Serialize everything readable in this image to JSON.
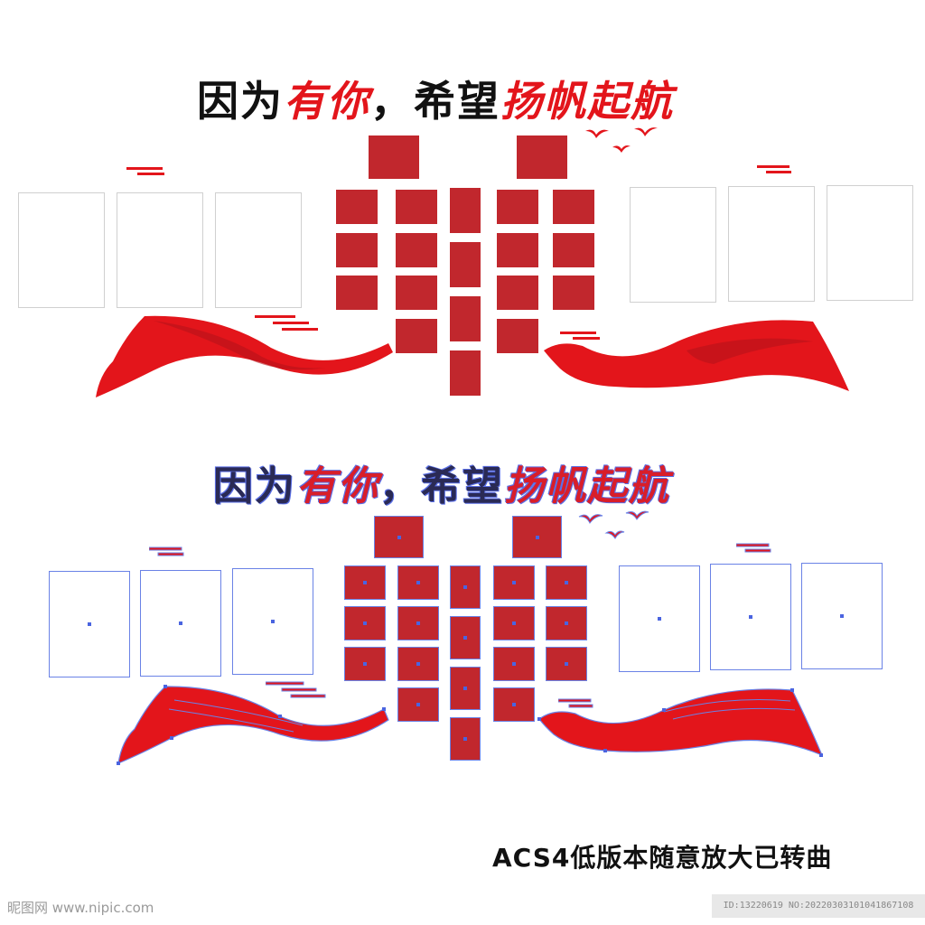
{
  "design_top": {
    "title_black_1": "因为",
    "title_red_1": "有你",
    "title_black_2": "，希望",
    "title_red_2": "扬帆起航"
  },
  "design_bottom": {
    "title_black_1": "因为",
    "title_red_1": "有你",
    "title_black_2": "，希望",
    "title_red_2": "扬帆起航"
  },
  "caption": "ACS4低版本随意放大已转曲",
  "watermark": {
    "site": "昵图网 www.nipic.com",
    "id": "ID:13220619 NO:20220303101041867108"
  },
  "colors": {
    "primary_red": "#c1272d",
    "ribbon_red": "#e3151b",
    "selection_blue": "#4a64e0"
  }
}
